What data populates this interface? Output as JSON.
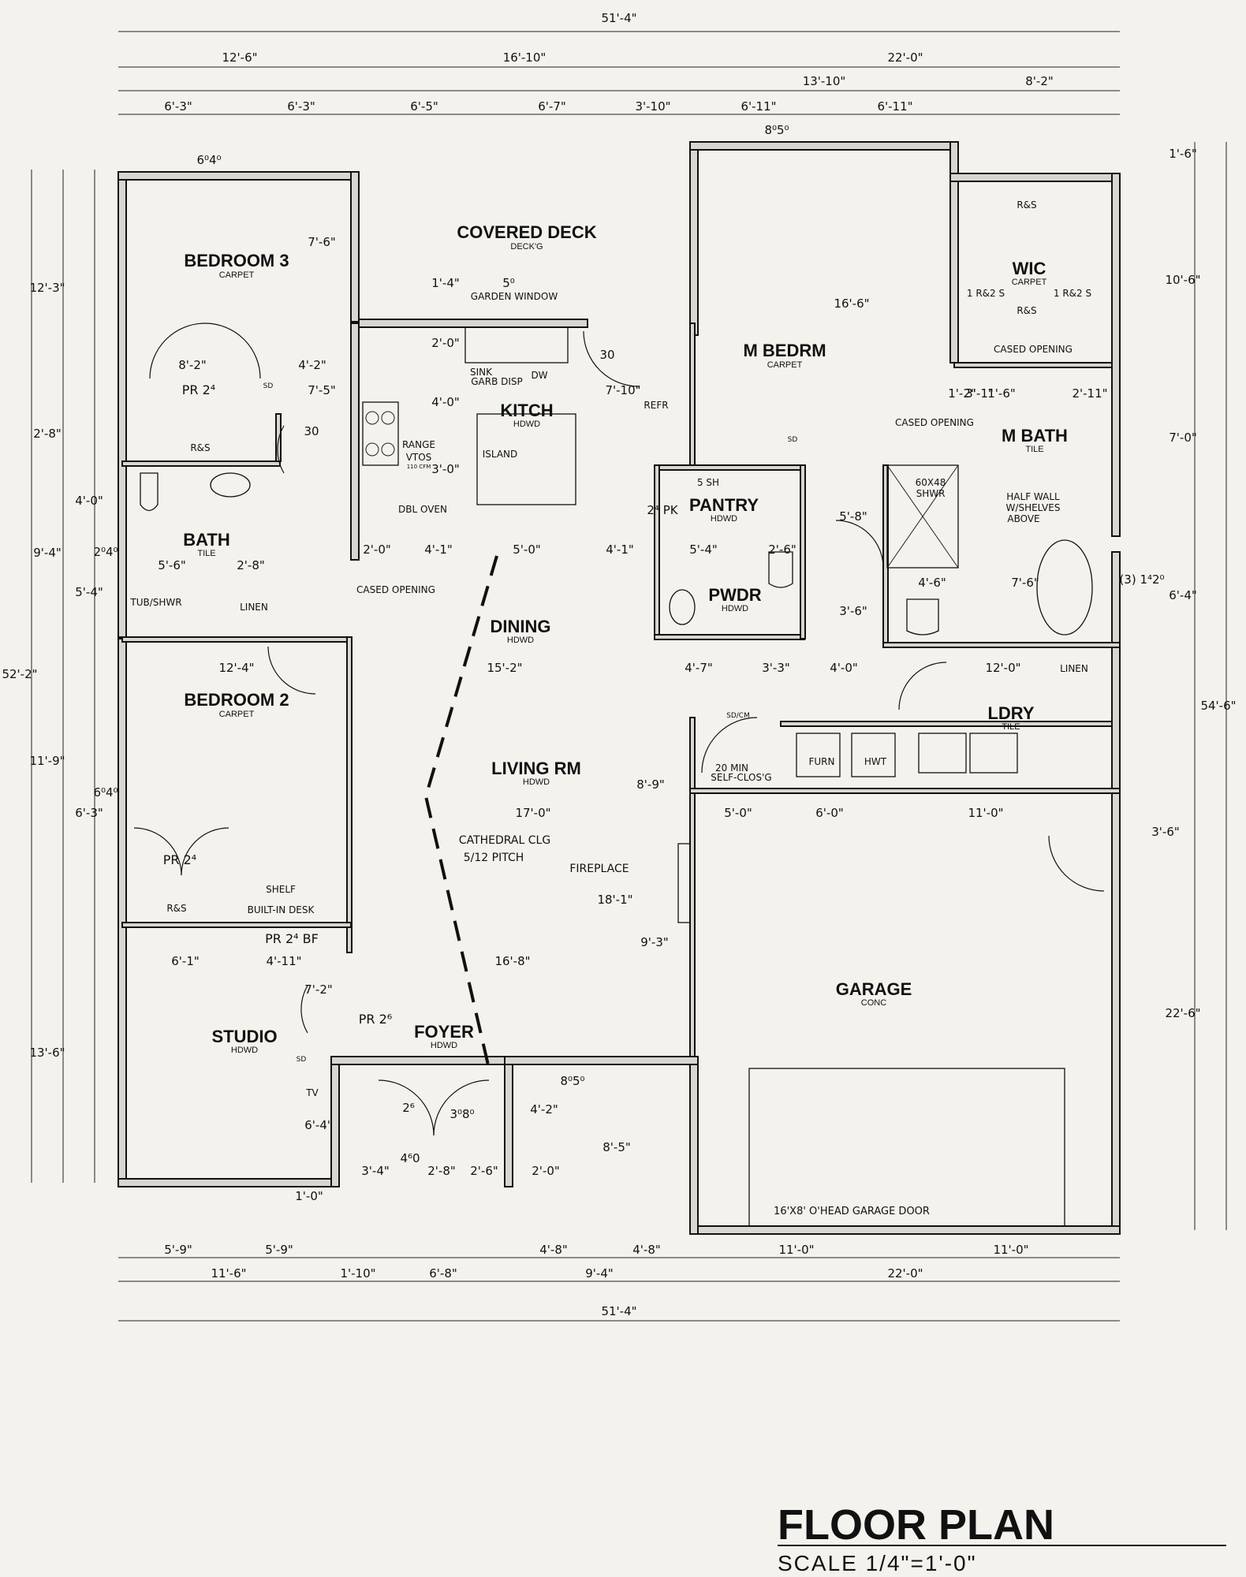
{
  "title": "FLOOR PLAN",
  "scale": "SCALE 1/4\"=1'-0\"",
  "rooms": [
    {
      "id": "bedroom3",
      "name": "BEDROOM 3",
      "finish": "CARPET"
    },
    {
      "id": "deck",
      "name": "COVERED DECK",
      "finish": "DECK'G"
    },
    {
      "id": "kitch",
      "name": "KITCH",
      "finish": "HDWD"
    },
    {
      "id": "mbed",
      "name": "M BEDRM",
      "finish": "CARPET"
    },
    {
      "id": "wic",
      "name": "WIC",
      "finish": "CARPET"
    },
    {
      "id": "mbath",
      "name": "M BATH",
      "finish": "TILE"
    },
    {
      "id": "bath",
      "name": "BATH",
      "finish": "TILE"
    },
    {
      "id": "pantry",
      "name": "PANTRY",
      "finish": "HDWD"
    },
    {
      "id": "pwdr",
      "name": "PWDR",
      "finish": "HDWD"
    },
    {
      "id": "dining",
      "name": "DINING",
      "finish": "HDWD"
    },
    {
      "id": "bedroom2",
      "name": "BEDROOM 2",
      "finish": "CARPET"
    },
    {
      "id": "ldry",
      "name": "LDRY",
      "finish": "TILE"
    },
    {
      "id": "living",
      "name": "LIVING RM",
      "finish": "HDWD"
    },
    {
      "id": "garage",
      "name": "GARAGE",
      "finish": "CONC"
    },
    {
      "id": "studio",
      "name": "STUDIO",
      "finish": "HDWD"
    },
    {
      "id": "foyer",
      "name": "FOYER",
      "finish": "HDWD"
    }
  ],
  "notes": [
    "GARDEN WINDOW",
    "SINK",
    "GARB DISP",
    "DW",
    "RANGE",
    "VTOS",
    "110 CFM",
    "ISLAND",
    "DBL OVEN",
    "REFR",
    "5 SH",
    "CASED OPENING",
    "CASED OPENING",
    "CASED OPENING",
    "60X48",
    "SHWR",
    "HALF WALL",
    "W/SHELVES",
    "ABOVE",
    "TUB/SHWR",
    "LINEN",
    "LINEN",
    "R&S",
    "R&S",
    "R&S",
    "R&S",
    "1 R&2 S",
    "1 R&2 S",
    "PR 2⁴",
    "PR 2⁴",
    "PR 2⁴ BF",
    "PR 2⁶",
    "SHELF",
    "BUILT-IN DESK",
    "CATHEDRAL CLG",
    "5/12 PITCH",
    "FIREPLACE",
    "20 MIN",
    "SELF-CLOS'G",
    "FURN",
    "HWT",
    "SD",
    "SD",
    "SD",
    "SD/CM",
    "TV",
    "16'X8' O'HEAD GARAGE DOOR"
  ],
  "dims": [
    "51'-4\"",
    "12'-6\"",
    "16'-10\"",
    "22'-0\"",
    "13'-10\"",
    "8'-2\"",
    "6'-3\"",
    "6'-3\"",
    "6'-5\"",
    "6'-7\"",
    "3'-10\"",
    "6'-11\"",
    "6'-11\"",
    "8⁰5⁰",
    "6⁰4⁰",
    "12'-3\"",
    "7'-6\"",
    "1'-4\"",
    "5⁰",
    "16'-6\"",
    "10'-6\"",
    "1'-6\"",
    "8'-2\"",
    "4'-2\"",
    "7'-5\"",
    "2'-8\"",
    "2'-0\"",
    "4'-0\"",
    "3'-0\"",
    "7'-10\"",
    "30",
    "30",
    "3'-1\"",
    "2'-11\"",
    "1'-2\"",
    "1'-6\"",
    "7'-0\"",
    "4'-0\"",
    "9'-4\"",
    "5'-4\"",
    "5'-6\"",
    "2'-8\"",
    "2'-0\"",
    "4'-1\"",
    "5'-0\"",
    "4'-1\"",
    "5'-4\"",
    "2'-6\"",
    "5'-8\"",
    "3'-6\"",
    "4'-6\"",
    "7'-6\"",
    "6'-4\"",
    "54'-6\"",
    "52'-2\"",
    "12'-4\"",
    "15'-2\"",
    "4'-7\"",
    "3'-3\"",
    "4'-0\"",
    "12'-0\"",
    "11'-9\"",
    "6'-3\"",
    "6⁰4⁰",
    "17'-0\"",
    "5'-0\"",
    "6'-0\"",
    "11'-0\"",
    "8'-9\"",
    "3'-6\"",
    "18'-1\"",
    "9'-3\"",
    "6'-1\"",
    "4'-11\"",
    "16'-8\"",
    "13'-6\"",
    "22'-6\"",
    "7'-2\"",
    "8⁰5⁰",
    "4'-2\"",
    "3⁰8⁰",
    "2⁶",
    "6'-4\"",
    "8'-5\"",
    "3'-4\"",
    "4⁶0",
    "2'-8\"",
    "2'-6\"",
    "1'-0\"",
    "2'-0\"",
    "5'-9\"",
    "5'-9\"",
    "4'-8\"",
    "4'-8\"",
    "11'-0\"",
    "11'-0\"",
    "11'-6\"",
    "1'-10\"",
    "6'-8\"",
    "9'-4\"",
    "22'-0\"",
    "51'-4\"",
    "(3) 1⁴2⁰",
    "2⁰4⁰",
    "2⁴ PK"
  ]
}
